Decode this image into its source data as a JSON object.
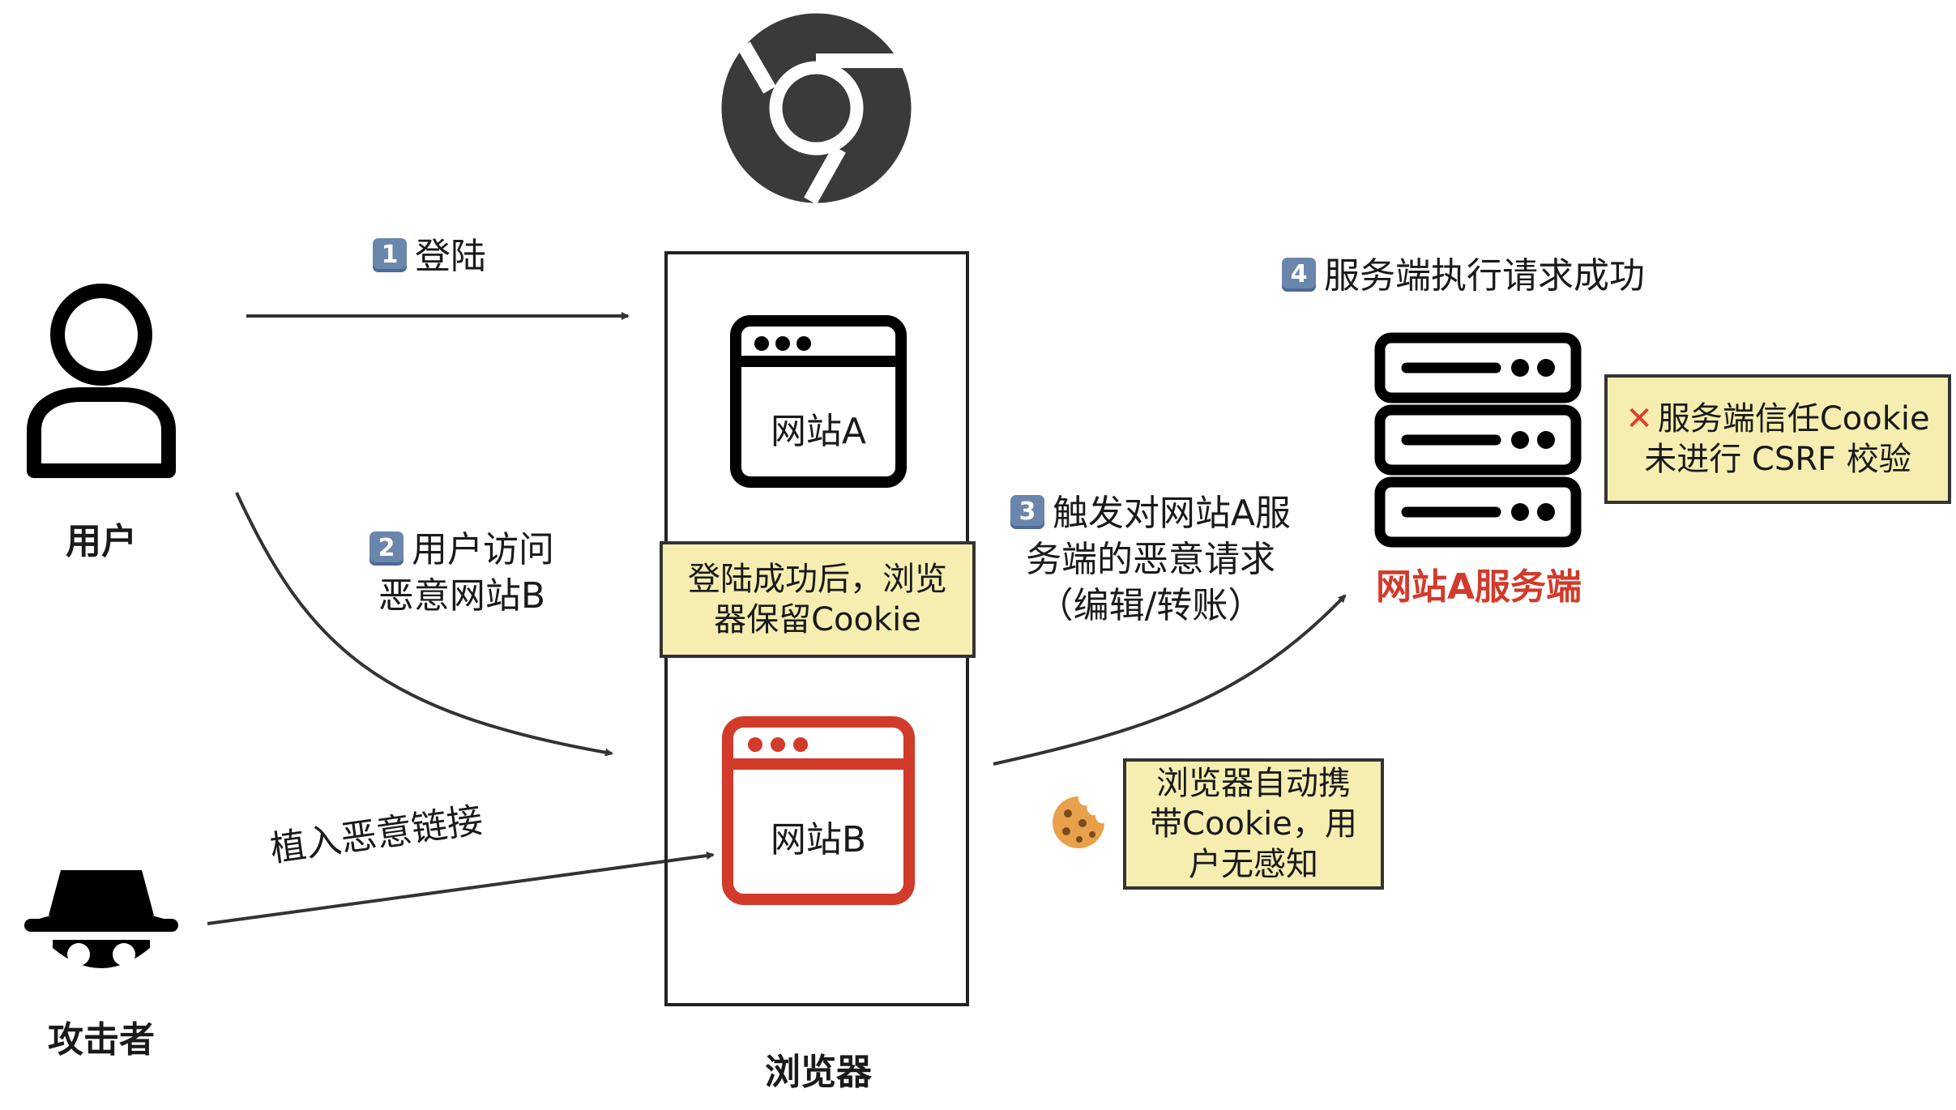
{
  "actors": {
    "user": "用户",
    "attacker": "攻击者",
    "browser": "浏览器"
  },
  "sites": {
    "site_a": "网站A",
    "site_b": "网站B",
    "server": "网站A服务端"
  },
  "steps": {
    "step1": {
      "num": "1",
      "text": "登陆"
    },
    "step2": {
      "num": "2",
      "line1": "用户访问",
      "line2": "恶意网站B"
    },
    "step3": {
      "num": "3",
      "line1": "触发对网站A服",
      "line2": "务端的恶意请求",
      "line3": "（编辑/转账）"
    },
    "step4": {
      "num": "4",
      "text": "服务端执行请求成功"
    }
  },
  "attacker_action": "植入恶意链接",
  "notes": {
    "cookie_saved": {
      "line1": "登陆成功后，浏览",
      "line2": "器保留Cookie"
    },
    "auto_cookie": {
      "line1": "浏览器自动携",
      "line2": "带Cookie，用",
      "line3": "户无感知"
    },
    "server_trust": {
      "mark": "✕",
      "line1": "服务端信任Cookie",
      "line2": "未进行 CSRF 校验"
    }
  },
  "colors": {
    "accent_red": "#d23a2a",
    "note_bg": "#f5eeb0",
    "icon_dark": "#3a3a3a"
  },
  "icons": [
    "chrome-icon",
    "user-icon",
    "attacker-icon",
    "server-icon",
    "cookie-icon",
    "browser-window-icon"
  ]
}
